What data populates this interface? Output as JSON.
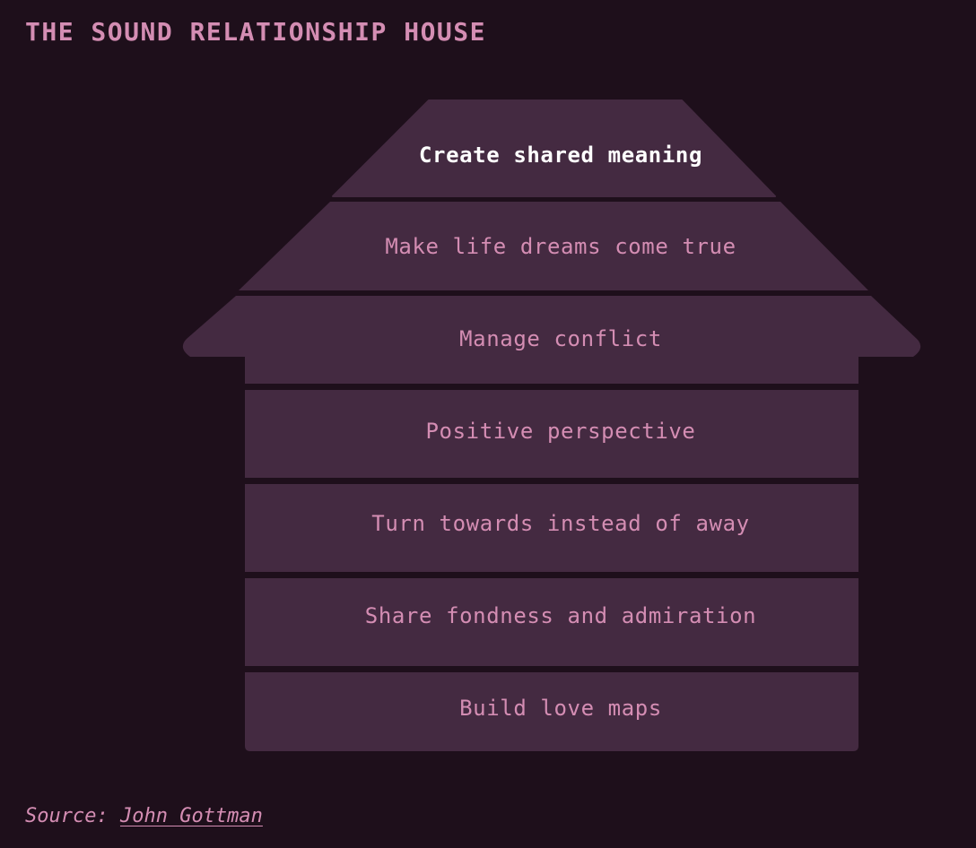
{
  "title": "THE SOUND RELATIONSHIP HOUSE",
  "tiers": [
    {
      "label": "Create shared meaning",
      "emphasis": true
    },
    {
      "label": "Make life dreams come true",
      "emphasis": false
    },
    {
      "label": "Manage conflict",
      "emphasis": false
    },
    {
      "label": "Positive perspective",
      "emphasis": false
    },
    {
      "label": "Turn towards instead of away",
      "emphasis": false
    },
    {
      "label": "Share fondness and admiration",
      "emphasis": false
    },
    {
      "label": "Build love maps",
      "emphasis": false
    }
  ],
  "source": {
    "prefix": "Source:",
    "author": "John Gottman"
  },
  "colors": {
    "background": "#1e0f1b",
    "tier_fill": "#442a41",
    "text_accent": "#d48db3",
    "text_emphasis": "#ffffff"
  }
}
